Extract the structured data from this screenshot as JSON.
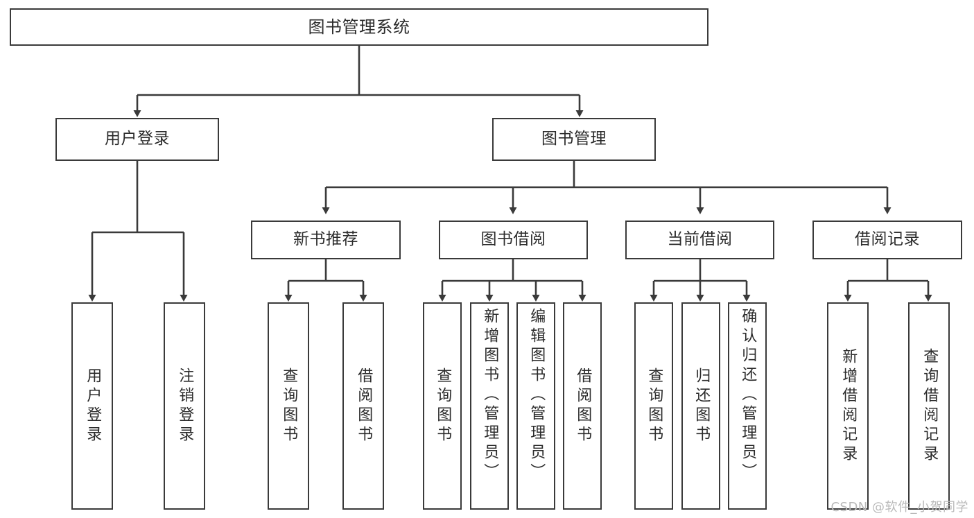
{
  "diagram": {
    "title": "图书管理系统",
    "type": "tree-hierarchy-diagram",
    "colors": {
      "box_border": "#3a3a3a",
      "box_fill": "#ffffff",
      "connector": "#3a3a3a",
      "text": "#2b2b2b",
      "watermark": "#b9b9b9",
      "background": "#ffffff"
    },
    "levels": {
      "root": "图书管理系统",
      "level2": [
        "用户登录",
        "图书管理"
      ],
      "level3": [
        "新书推荐",
        "图书借阅",
        "当前借阅",
        "借阅记录"
      ]
    }
  },
  "nodes": {
    "root": {
      "label": "图书管理系统"
    },
    "user_login": {
      "label": "用户登录"
    },
    "book_manage": {
      "label": "图书管理"
    },
    "new_book_rec": {
      "label": "新书推荐"
    },
    "book_borrow": {
      "label": "图书借阅"
    },
    "current_borrow": {
      "label": "当前借阅"
    },
    "borrow_record": {
      "label": "借阅记录"
    },
    "leaf_user_login": {
      "label": "用户登录"
    },
    "leaf_logout": {
      "label": "注销登录"
    },
    "leaf_query_book_1": {
      "label": "查询图书"
    },
    "leaf_borrow_book_1": {
      "label": "借阅图书"
    },
    "leaf_query_book_2": {
      "label": "查询图书"
    },
    "leaf_add_book": {
      "label": "新增图书（管理员）"
    },
    "leaf_edit_book": {
      "label": "编辑图书（管理员）"
    },
    "leaf_borrow_book_2": {
      "label": "借阅图书"
    },
    "leaf_query_book_3": {
      "label": "查询图书"
    },
    "leaf_return_book": {
      "label": "归还图书"
    },
    "leaf_confirm_return": {
      "label": "确认归还（管理员）"
    },
    "leaf_add_record": {
      "label": "新增借阅记录"
    },
    "leaf_query_record": {
      "label": "查询借阅记录"
    }
  },
  "watermark": {
    "text": "CSDN @软件_小贺同学"
  }
}
